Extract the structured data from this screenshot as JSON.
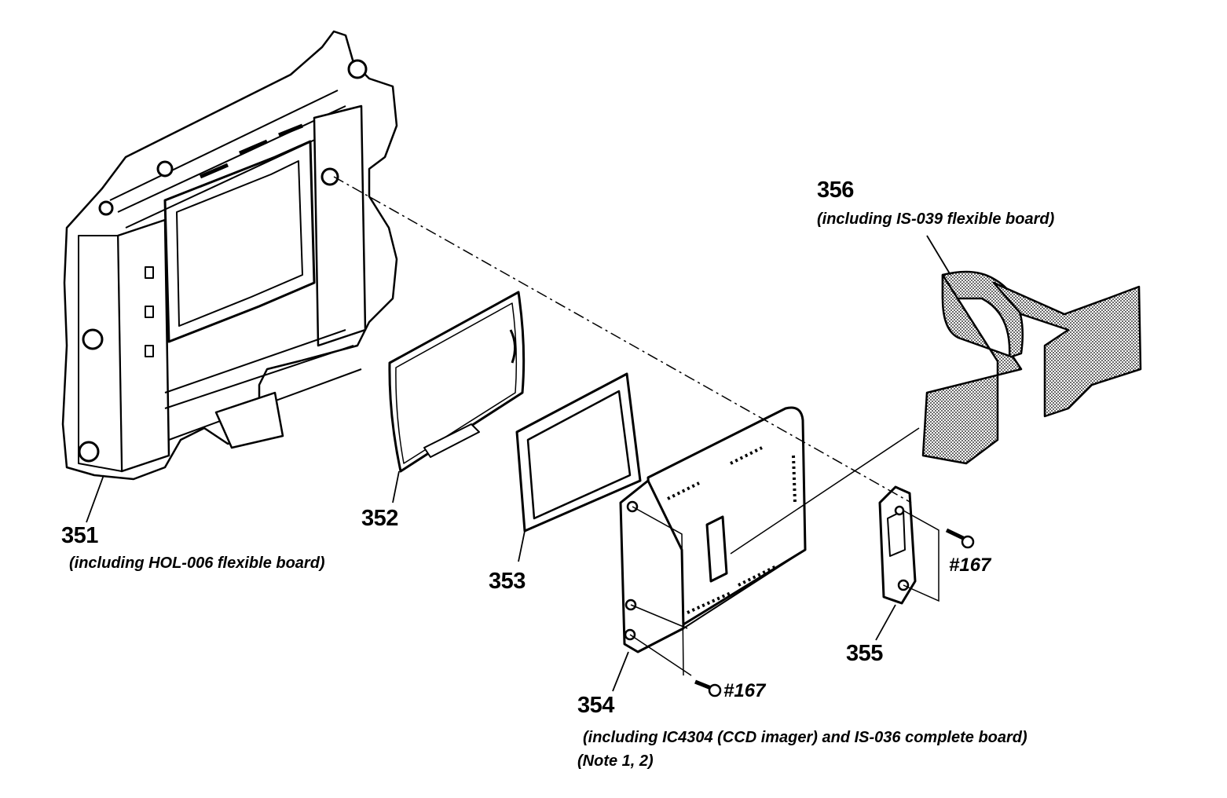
{
  "parts": [
    {
      "id": "351",
      "number": "351",
      "description": "(including HOL-006 flexible board)"
    },
    {
      "id": "352",
      "number": "352"
    },
    {
      "id": "353",
      "number": "353"
    },
    {
      "id": "354",
      "number": "354",
      "description": "(including IC4304 (CCD imager) and IS-036 complete board)",
      "note": "(Note 1, 2)"
    },
    {
      "id": "355",
      "number": "355"
    },
    {
      "id": "356",
      "number": "356",
      "description": "(including IS-039 flexible board)"
    }
  ],
  "screws": [
    {
      "id": "screw-a",
      "label": "#167"
    },
    {
      "id": "screw-b",
      "label": "#167"
    }
  ]
}
